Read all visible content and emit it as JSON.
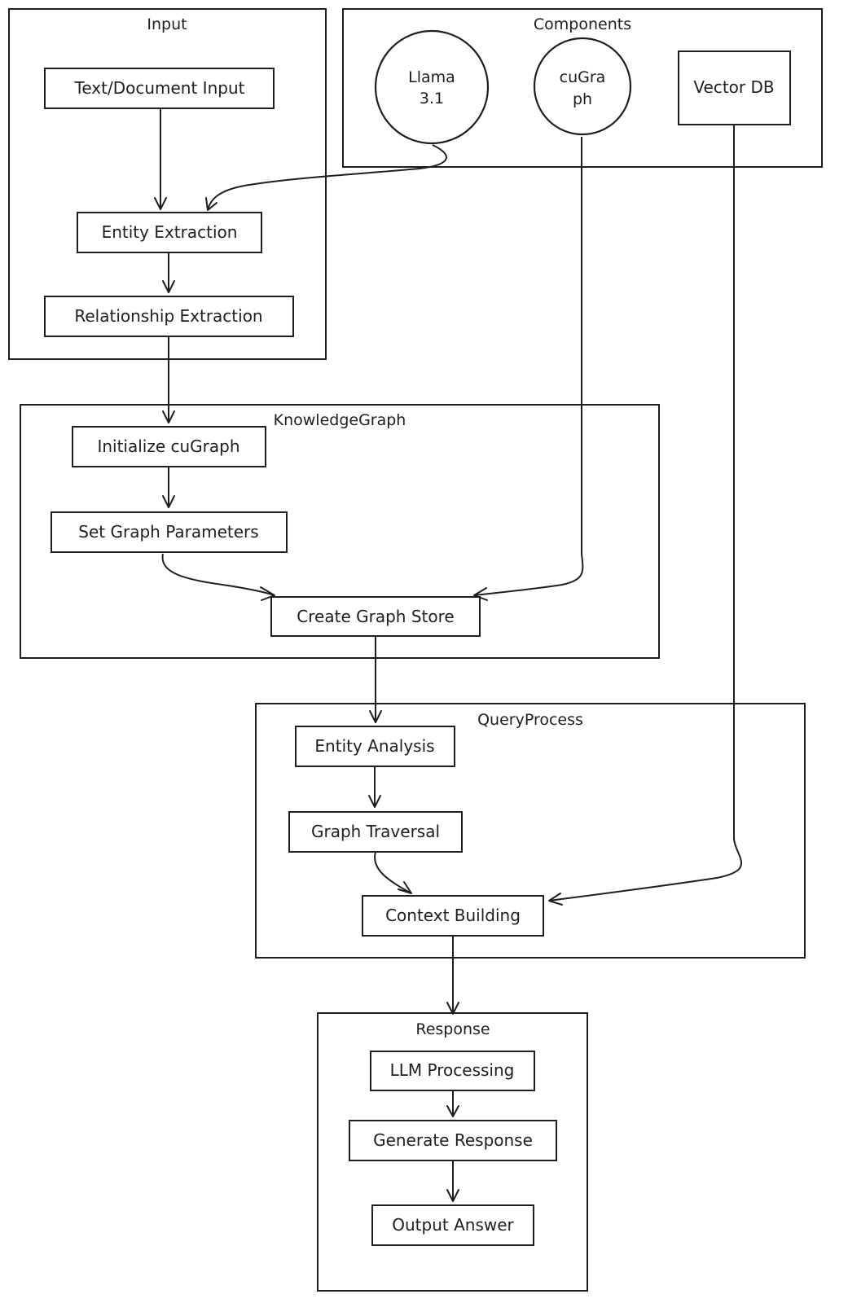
{
  "groups": {
    "input": {
      "label": "Input"
    },
    "components": {
      "label": "Components"
    },
    "knowledge_graph": {
      "label": "KnowledgeGraph"
    },
    "query_process": {
      "label": "QueryProcess"
    },
    "response": {
      "label": "Response"
    }
  },
  "nodes": {
    "text_input": {
      "label": "Text/Document Input"
    },
    "entity_extraction": {
      "label": "Entity Extraction"
    },
    "relationship_extraction": {
      "label": "Relationship Extraction"
    },
    "llama": {
      "label_line1": "Llama",
      "label_line2": "3.1"
    },
    "cugraph": {
      "label_line1": "cuGra",
      "label_line2": "ph"
    },
    "vector_db": {
      "label": "Vector DB"
    },
    "init_cugraph": {
      "label": "Initialize cuGraph"
    },
    "set_params": {
      "label": "Set Graph Parameters"
    },
    "create_store": {
      "label": "Create Graph Store"
    },
    "entity_analysis": {
      "label": "Entity Analysis"
    },
    "graph_traversal": {
      "label": "Graph Traversal"
    },
    "context_building": {
      "label": "Context Building"
    },
    "llm_processing": {
      "label": "LLM Processing"
    },
    "generate_response": {
      "label": "Generate Response"
    },
    "output_answer": {
      "label": "Output Answer"
    }
  }
}
